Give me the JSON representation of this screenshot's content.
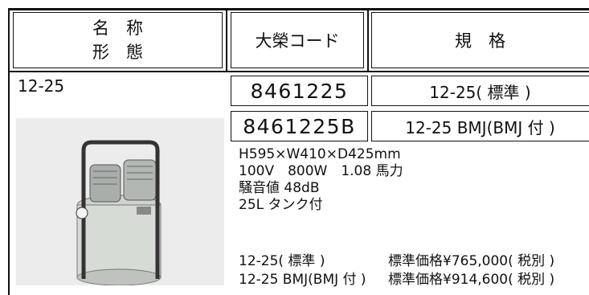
{
  "header": {
    "name_line1": "名　称",
    "name_line2": "形　態",
    "code_label": "大榮コード",
    "spec_label": "規　格"
  },
  "model": "12-25",
  "variants": [
    {
      "code": "8461225",
      "spec": "12-25( 標準 )"
    },
    {
      "code": "8461225B",
      "spec": "12-25 BMJ(BMJ 付 )"
    }
  ],
  "details": {
    "dimensions": "H595×W410×D425mm",
    "power": "100V　800W　1.08 馬力",
    "noise": "騒音値 48dB",
    "tank": "25L タンク付"
  },
  "prices": [
    {
      "name": "12-25( 標準 )",
      "price": "標準価格¥765,000( 税別 )"
    },
    {
      "name": "12-25 BMJ(BMJ 付 )",
      "price": "標準価格¥914,600( 税別 )"
    }
  ]
}
